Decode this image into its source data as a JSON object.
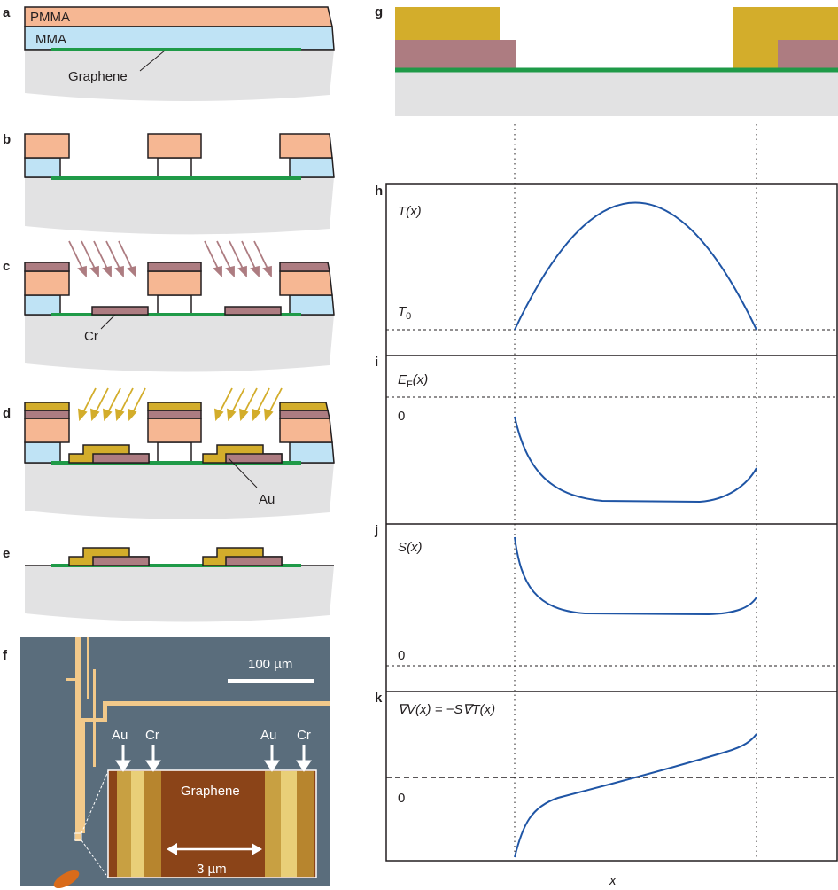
{
  "panel_labels": {
    "a": "a",
    "b": "b",
    "c": "c",
    "d": "d",
    "e": "e",
    "f": "f",
    "g": "g",
    "h": "h",
    "i": "i",
    "j": "j",
    "k": "k"
  },
  "labels": {
    "pmma": "PMMA",
    "mma": "MMA",
    "graphene": "Graphene",
    "cr": "Cr",
    "au": "Au"
  },
  "micrograph": {
    "scale_bar": "100 µm",
    "au_1": "Au",
    "cr_1": "Cr",
    "au_2": "Au",
    "cr_2": "Cr",
    "graphene": "Graphene",
    "inset_scale": "3 µm"
  },
  "plots": {
    "h": {
      "ylabel": "T(x)",
      "baseline_label": "T",
      "baseline_sub": "0"
    },
    "i": {
      "ylabel": "E",
      "ylabel_sub": "F",
      "ylabel_tail": "(x)",
      "zero_label": "0"
    },
    "j": {
      "ylabel": "S(x)",
      "zero_label": "0"
    },
    "k": {
      "ylabel": "∇V(x) = −S∇T(x)",
      "zero_label": "0"
    },
    "xlabel": "x"
  },
  "colors": {
    "pmma": "#f6b793",
    "mma": "#bfe3f5",
    "substrate": "#e2e2e3",
    "graphene": "#1f9a48",
    "cr": "#ad7c81",
    "au": "#d3ad2b",
    "curve": "#1f55a5",
    "micrograph_bg": "#5a6d7c",
    "inset_bg": "#8b4418"
  }
}
